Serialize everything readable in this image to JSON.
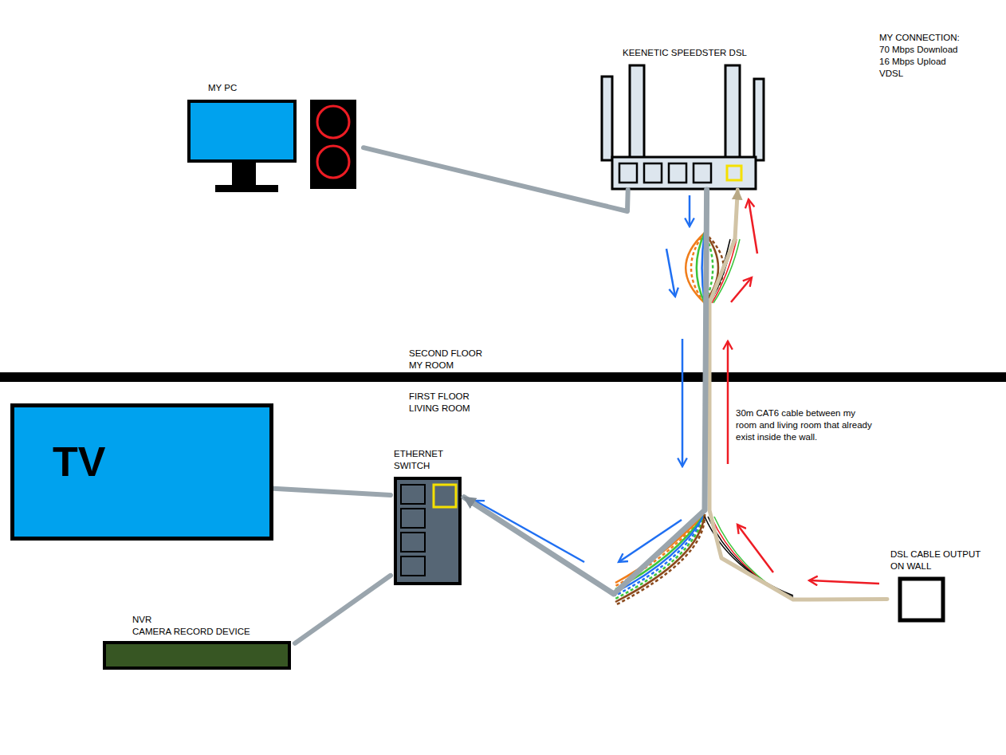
{
  "diagram": {
    "nodes": [
      {
        "text": [
          "MY PC"
        ]
      },
      {
        "text": [
          "KEENETIC SPEEDSTER DSL"
        ]
      },
      {
        "text": [
          "TV"
        ]
      },
      {
        "text": [
          "ETHERNET SWITCH"
        ]
      },
      {
        "text": [
          "NVR",
          "CAMERA RECORD DEVICE"
        ]
      },
      {
        "text": [
          "DSL CABLE OUTPUT ON WALL"
        ]
      }
    ],
    "edges": [
      {
        "from": 0,
        "to": 1,
        "arrow": "none"
      },
      {
        "from": 1,
        "to": 3,
        "arrow": "to"
      },
      {
        "from": 5,
        "to": 1,
        "arrow": "to"
      },
      {
        "from": 3,
        "to": 2,
        "arrow": "none"
      },
      {
        "from": 3,
        "to": 4,
        "arrow": "none"
      }
    ],
    "labels": [
      "MY CONNECTION: 70 Mbps Download 16 Mbps Upload VDSL",
      "SECOND FLOOR MY ROOM",
      "FIRST FLOOR LIVING ROOM",
      "30m CAT6 cable between my room and living room that already exist inside the wall."
    ]
  }
}
